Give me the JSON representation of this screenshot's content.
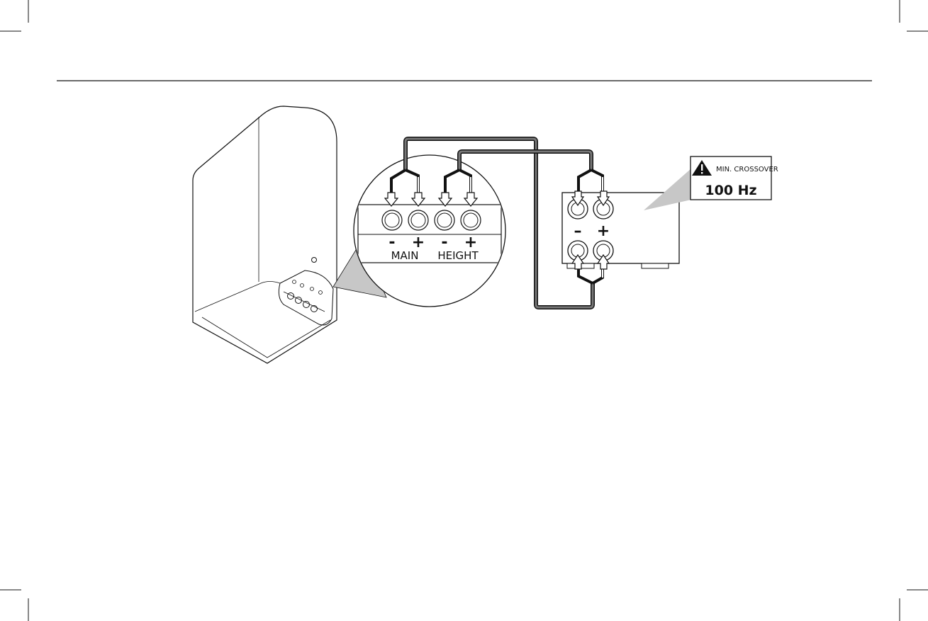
{
  "panel": {
    "main_label": "MAIN",
    "height_label": "HEIGHT",
    "main_minus": "-",
    "main_plus": "+",
    "height_minus": "-",
    "height_plus": "+"
  },
  "amplifier": {
    "minus_label": "–",
    "plus_label": "+"
  },
  "warning": {
    "title": "MIN. CROSSOVER",
    "value": "100 Hz",
    "icon": "warning-triangle-icon"
  },
  "colors": {
    "line": "#111111",
    "callout_fill": "#c7c7c7",
    "negative_wire": "#2b2b2b",
    "positive_wire": "#ffffff"
  }
}
